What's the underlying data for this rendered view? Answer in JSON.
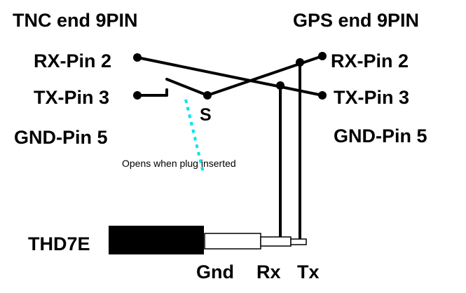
{
  "tnc_end": {
    "title": "TNC end 9PIN",
    "rx_pin": "RX-Pin 2",
    "tx_pin": "TX-Pin 3",
    "gnd_pin": "GND-Pin 5"
  },
  "gps_end": {
    "title": "GPS end 9PIN",
    "rx_pin": "RX-Pin 2",
    "tx_pin": "TX-Pin 3",
    "gnd_pin": "GND-Pin 5"
  },
  "switch": {
    "label": "S",
    "note": "Opens when plug inserted",
    "dashed_color": "#00e5ee"
  },
  "connector": {
    "label": "THD7E",
    "gnd_label": "Gnd",
    "rx_label": "Rx",
    "tx_label": "Tx"
  },
  "colors": {
    "wire": "#000000",
    "background": "#ffffff",
    "switch_link": "#00e5ee"
  }
}
